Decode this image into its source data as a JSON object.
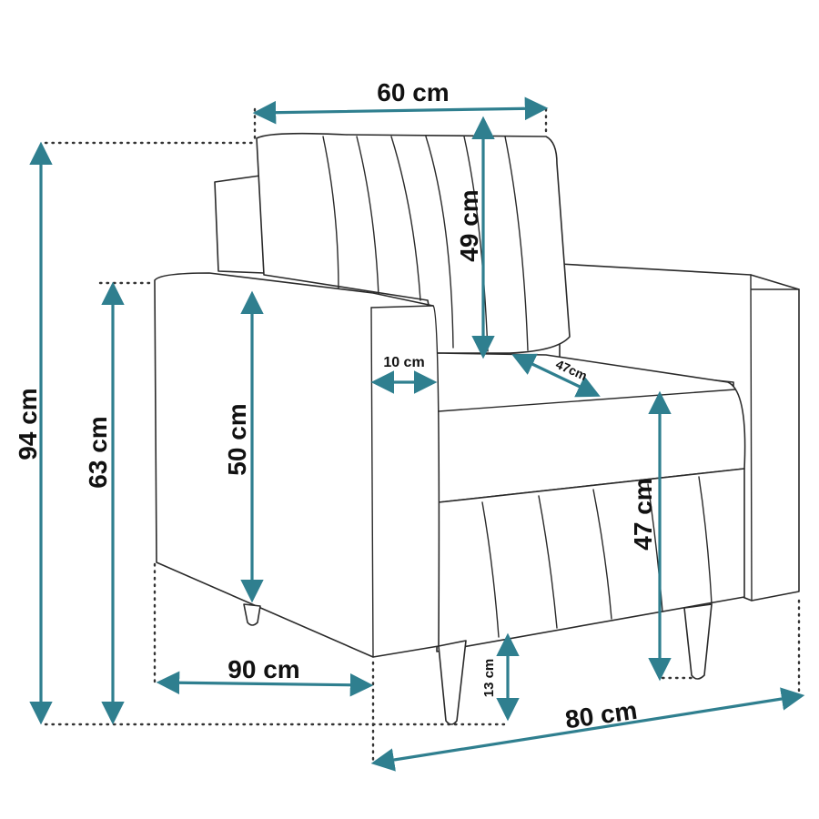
{
  "colors": {
    "dimension": "#2f7f8f",
    "outline": "#2a2a2a"
  },
  "labels": {
    "width_total": "60 cm",
    "height_total": "94 cm",
    "arm_height": "63 cm",
    "arm_inner_height": "50 cm",
    "back_height": "49 cm",
    "arm_width": "10 cm",
    "seat_depth": "47cm",
    "seat_height": "47 cm",
    "depth": "90 cm",
    "width": "80 cm",
    "leg_height": "13 cm"
  }
}
